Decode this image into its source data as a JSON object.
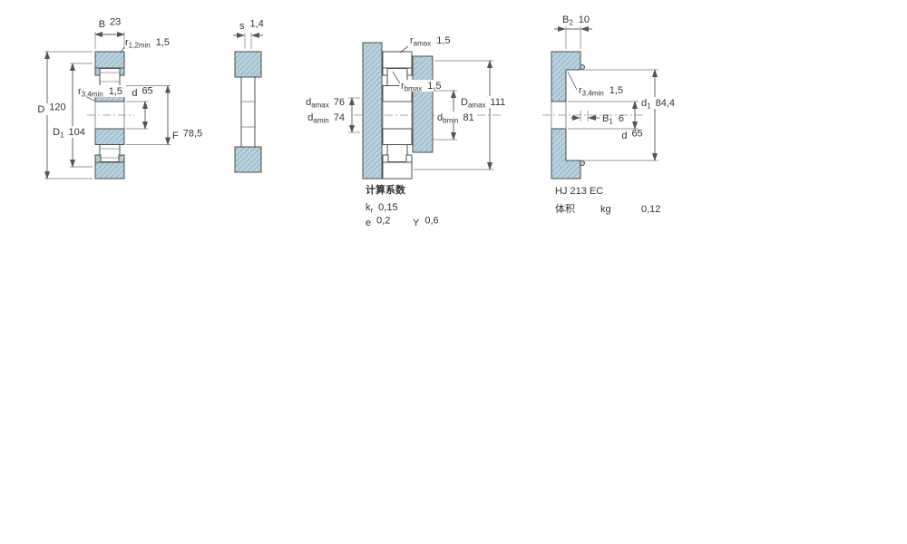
{
  "colors": {
    "section_fill": "#b9d2de",
    "section_hatch": "#8fb3c4",
    "outline": "#4d4d4d",
    "dimension_lines": "#555555",
    "text": "#333333",
    "background": "#ffffff"
  },
  "bearing": {
    "dims": {
      "B": {
        "b": "B",
        "s": "",
        "v": "23"
      },
      "r12": {
        "b": "r",
        "s": "1,2min",
        "v": "1,5"
      },
      "D": {
        "b": "D",
        "s": "",
        "v": "120"
      },
      "D1": {
        "b": "D",
        "s": "1",
        "v": "104"
      },
      "r34": {
        "b": "r",
        "s": "3,4min",
        "v": "1,5"
      },
      "d": {
        "b": "d",
        "s": "",
        "v": "65"
      },
      "F": {
        "b": "F",
        "s": "",
        "v": "78,5"
      }
    }
  },
  "side": {
    "dims": {
      "s": {
        "b": "s",
        "s": "",
        "v": "1,4"
      }
    }
  },
  "mounting": {
    "dims": {
      "ramax": {
        "b": "r",
        "s": "amax",
        "v": "1,5"
      },
      "rbmax": {
        "b": "r",
        "s": "bmax",
        "v": "1,5"
      },
      "damax": {
        "b": "d",
        "s": "amax",
        "v": "76"
      },
      "damin": {
        "b": "d",
        "s": "amin",
        "v": "74"
      },
      "dbmin": {
        "b": "d",
        "s": "bmin",
        "v": "81"
      },
      "Damax": {
        "b": "D",
        "s": "amax",
        "v": "111"
      }
    },
    "factors": {
      "title": "计算系数",
      "kr": {
        "b": "k",
        "s": "r",
        "v": "0,15"
      },
      "e": {
        "b": "e",
        "s": "",
        "v": "0,2"
      },
      "Y": {
        "b": "Y",
        "s": "",
        "v": "0,6"
      }
    }
  },
  "hjring": {
    "dims": {
      "B2": {
        "b": "B",
        "s": "2",
        "v": "10"
      },
      "r34": {
        "b": "r",
        "s": "3,4min",
        "v": "1,5"
      },
      "d1": {
        "b": "d",
        "s": "1",
        "v": "84,4"
      },
      "B1": {
        "b": "B",
        "s": "1",
        "v": "6"
      },
      "d": {
        "b": "d",
        "s": "",
        "v": "65"
      }
    },
    "designation": "HJ 213 EC",
    "mass": {
      "label": "体积",
      "unit": "kg",
      "value": "0,12"
    }
  }
}
